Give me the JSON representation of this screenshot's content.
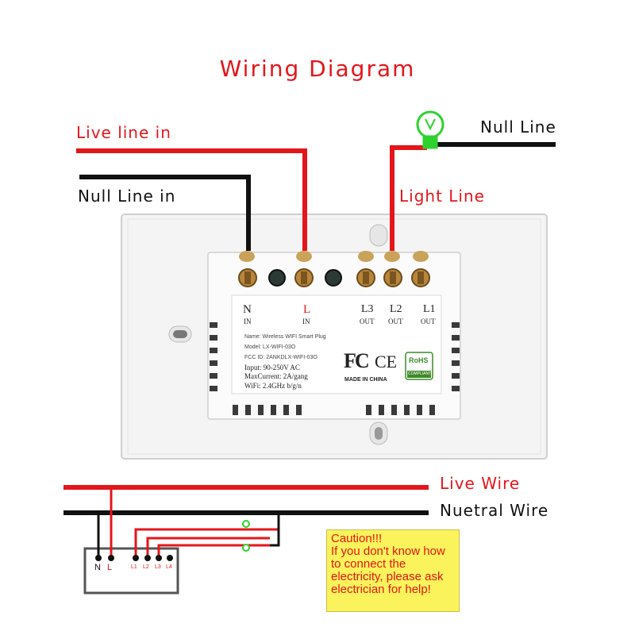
{
  "title": "Wiring Diagram",
  "labels": {
    "live_line_in": "Live line in",
    "null_line_in": "Null Line in",
    "null_line": "Null Line",
    "light_line": "Light Line",
    "live_wire": "Live Wire",
    "neutral_wire": "Nuetral Wire"
  },
  "terminals": {
    "n": "N",
    "n_sub": "IN",
    "l": "L",
    "l_sub": "IN",
    "l3": "L3",
    "l3_sub": "OUT",
    "l2": "L2",
    "l2_sub": "OUT",
    "l1": "L1",
    "l1_sub": "OUT"
  },
  "specs": {
    "name": "Name: Wireless WIFI Smart Plug",
    "model": "Model: LX-WIFI-03O",
    "fcc": "FCC ID: 2ANKDLX-WIFI-03O",
    "input": "Input: 90-250V AC",
    "current": "MaxCurrent: 2A/gang",
    "wifi": "WiFi: 2.4GHz b/g/n"
  },
  "marks": {
    "fc": "FC",
    "ce": "CE",
    "rohs": "RoHS",
    "rohs_sub": "COMPLIANT",
    "made_in": "MADE IN CHINA"
  },
  "box": {
    "n": "N",
    "l": "L",
    "l1": "L1",
    "l2": "L2",
    "l3": "L3",
    "l4": "L4"
  },
  "caution": "Caution!!!\nIf you don't know how to connect the electricity, please ask electrician for help!",
  "colors": {
    "live": "#e4161b",
    "neutral": "#111111",
    "bulb": "#2fd12f",
    "caution_bg": "#fbf35b"
  }
}
